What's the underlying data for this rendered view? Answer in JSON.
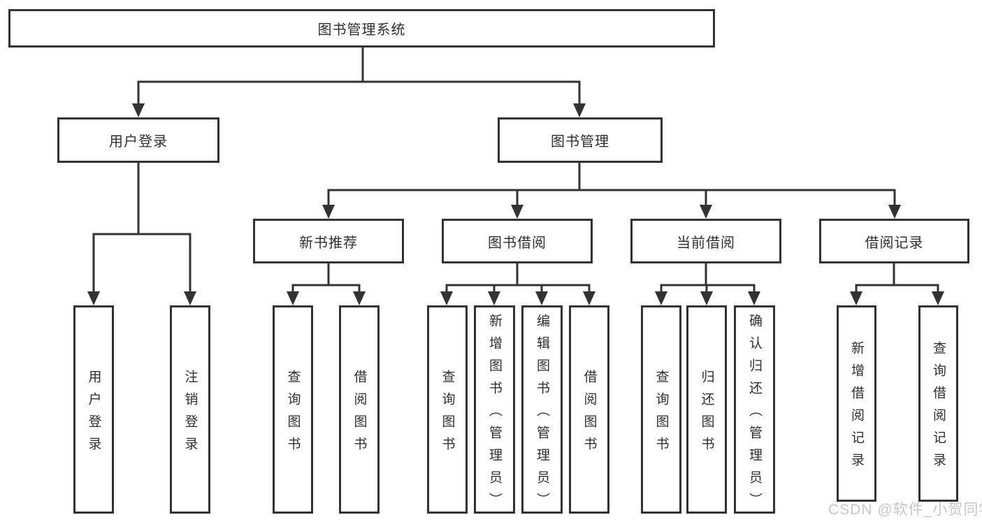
{
  "nodes": {
    "root": {
      "label": "图书管理系统",
      "children": [
        {
          "label": "用户登录",
          "children": [
            {
              "label": "用户登录"
            },
            {
              "label": "注销登录"
            }
          ]
        },
        {
          "label": "图书管理",
          "children": [
            {
              "label": "新书推荐",
              "children": [
                {
                  "label": "查询图书"
                },
                {
                  "label": "借阅图书"
                }
              ]
            },
            {
              "label": "图书借阅",
              "children": [
                {
                  "label": "查询图书"
                },
                {
                  "label": "新增图书（管理员）"
                },
                {
                  "label": "编辑图书（管理员）"
                },
                {
                  "label": "借阅图书"
                }
              ]
            },
            {
              "label": "当前借阅",
              "children": [
                {
                  "label": "查询图书"
                },
                {
                  "label": "归还图书"
                },
                {
                  "label": "确认归还（管理员）"
                }
              ]
            },
            {
              "label": "借阅记录",
              "children": [
                {
                  "label": "新增借阅记录"
                },
                {
                  "label": "查询借阅记录"
                }
              ]
            }
          ]
        }
      ]
    }
  },
  "watermark": {
    "text": "CSDN @软件_小贺同学"
  },
  "colors": {
    "line": "#333333",
    "text": "#2f2f2f",
    "background": "#ffffff",
    "watermark": "#c3c3c3"
  }
}
